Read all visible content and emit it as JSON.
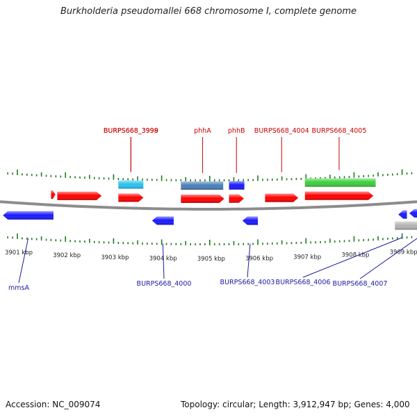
{
  "title": "Burkholderia pseudomallei 668 chromosome I, complete genome",
  "accession_label": "Accession: NC_009074",
  "summary_label": "Topology: circular; Length: 3,912,947 bp; Genes: 4,000",
  "colors": {
    "forward_gene": "#ff0000",
    "reverse_gene": "#1a1aff",
    "backbone": "#8c8c8c",
    "tick": "#1e7a1e",
    "forward_label": "#cc0000",
    "reverse_label": "#1a1aa0"
  },
  "scale": {
    "unit": "kbp",
    "labels": [
      "3901 kbp",
      "3902 kbp",
      "3903 kbp",
      "3904 kbp",
      "3905 kbp",
      "3906 kbp",
      "3907 kbp",
      "3908 kbp",
      "3909 kbp"
    ]
  },
  "forward_genes": [
    {
      "start": 3901.7,
      "end": 3901.79,
      "color": "#ff0000"
    },
    {
      "start": 3901.83,
      "end": 3902.75,
      "color": "#ff0000"
    },
    {
      "start": 3903.1,
      "end": 3903.62,
      "color": "#ff0000",
      "label": "BURPS668_3998"
    },
    {
      "start": 3904.4,
      "end": 3905.3,
      "color": "#ff0000",
      "label": "phhA"
    },
    {
      "start": 3905.4,
      "end": 3905.71,
      "color": "#ff0000",
      "label": "phhB"
    },
    {
      "start": 3906.15,
      "end": 3906.84,
      "color": "#ff0000",
      "label": "BURPS668_4004"
    },
    {
      "start": 3906.98,
      "end": 3908.4,
      "color": "#ff0000",
      "label": "BURPS668_4005"
    },
    {
      "start": 3903.1,
      "end": 3903.62,
      "color": "#29c4f0",
      "label": "BURPS668_3999",
      "lane": 2
    },
    {
      "start": 3904.4,
      "end": 3905.28,
      "color": "#4a80b8",
      "lane": 2
    },
    {
      "start": 3905.4,
      "end": 3905.72,
      "color": "#1a1aff",
      "lane": 2
    },
    {
      "start": 3906.98,
      "end": 3908.45,
      "color": "#3cd03c",
      "lane": 2
    }
  ],
  "reverse_genes": [
    {
      "start": 3900.7,
      "end": 3901.75,
      "color": "#1a1aff",
      "label": "mmsA"
    },
    {
      "start": 3903.8,
      "end": 3904.25,
      "color": "#1a1aff",
      "label": "BURPS668_4000"
    },
    {
      "start": 3905.68,
      "end": 3906.0,
      "color": "#1a1aff",
      "label": "BURPS668_4003"
    },
    {
      "start": 3908.92,
      "end": 3909.1,
      "color": "#1a1aff",
      "label": "BURPS668_4006"
    },
    {
      "start": 3909.15,
      "end": 3909.6,
      "color": "#1a1aff",
      "label": "BURPS668_4007"
    },
    {
      "start": 3908.85,
      "end": 3909.6,
      "color": "#b4b4b4",
      "lane": 2
    }
  ]
}
